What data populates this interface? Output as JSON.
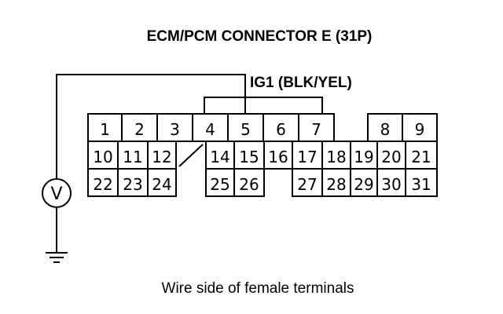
{
  "title": "ECM/PCM CONNECTOR E (31P)",
  "wire_label": "IG1 (BLK/YEL)",
  "caption": "Wire side of female terminals",
  "meter_symbol": "V",
  "probe_terminal": "5",
  "rows": [
    [
      "1",
      "2",
      "3",
      "4",
      "5",
      "6",
      "7",
      "",
      "8",
      "9"
    ],
    [
      "10",
      "11",
      "12",
      "",
      "14",
      "15",
      "16",
      "17",
      "18",
      "19",
      "20",
      "21"
    ],
    [
      "22",
      "23",
      "24",
      "",
      "25",
      "26",
      "",
      "27",
      "28",
      "29",
      "30",
      "31"
    ]
  ]
}
